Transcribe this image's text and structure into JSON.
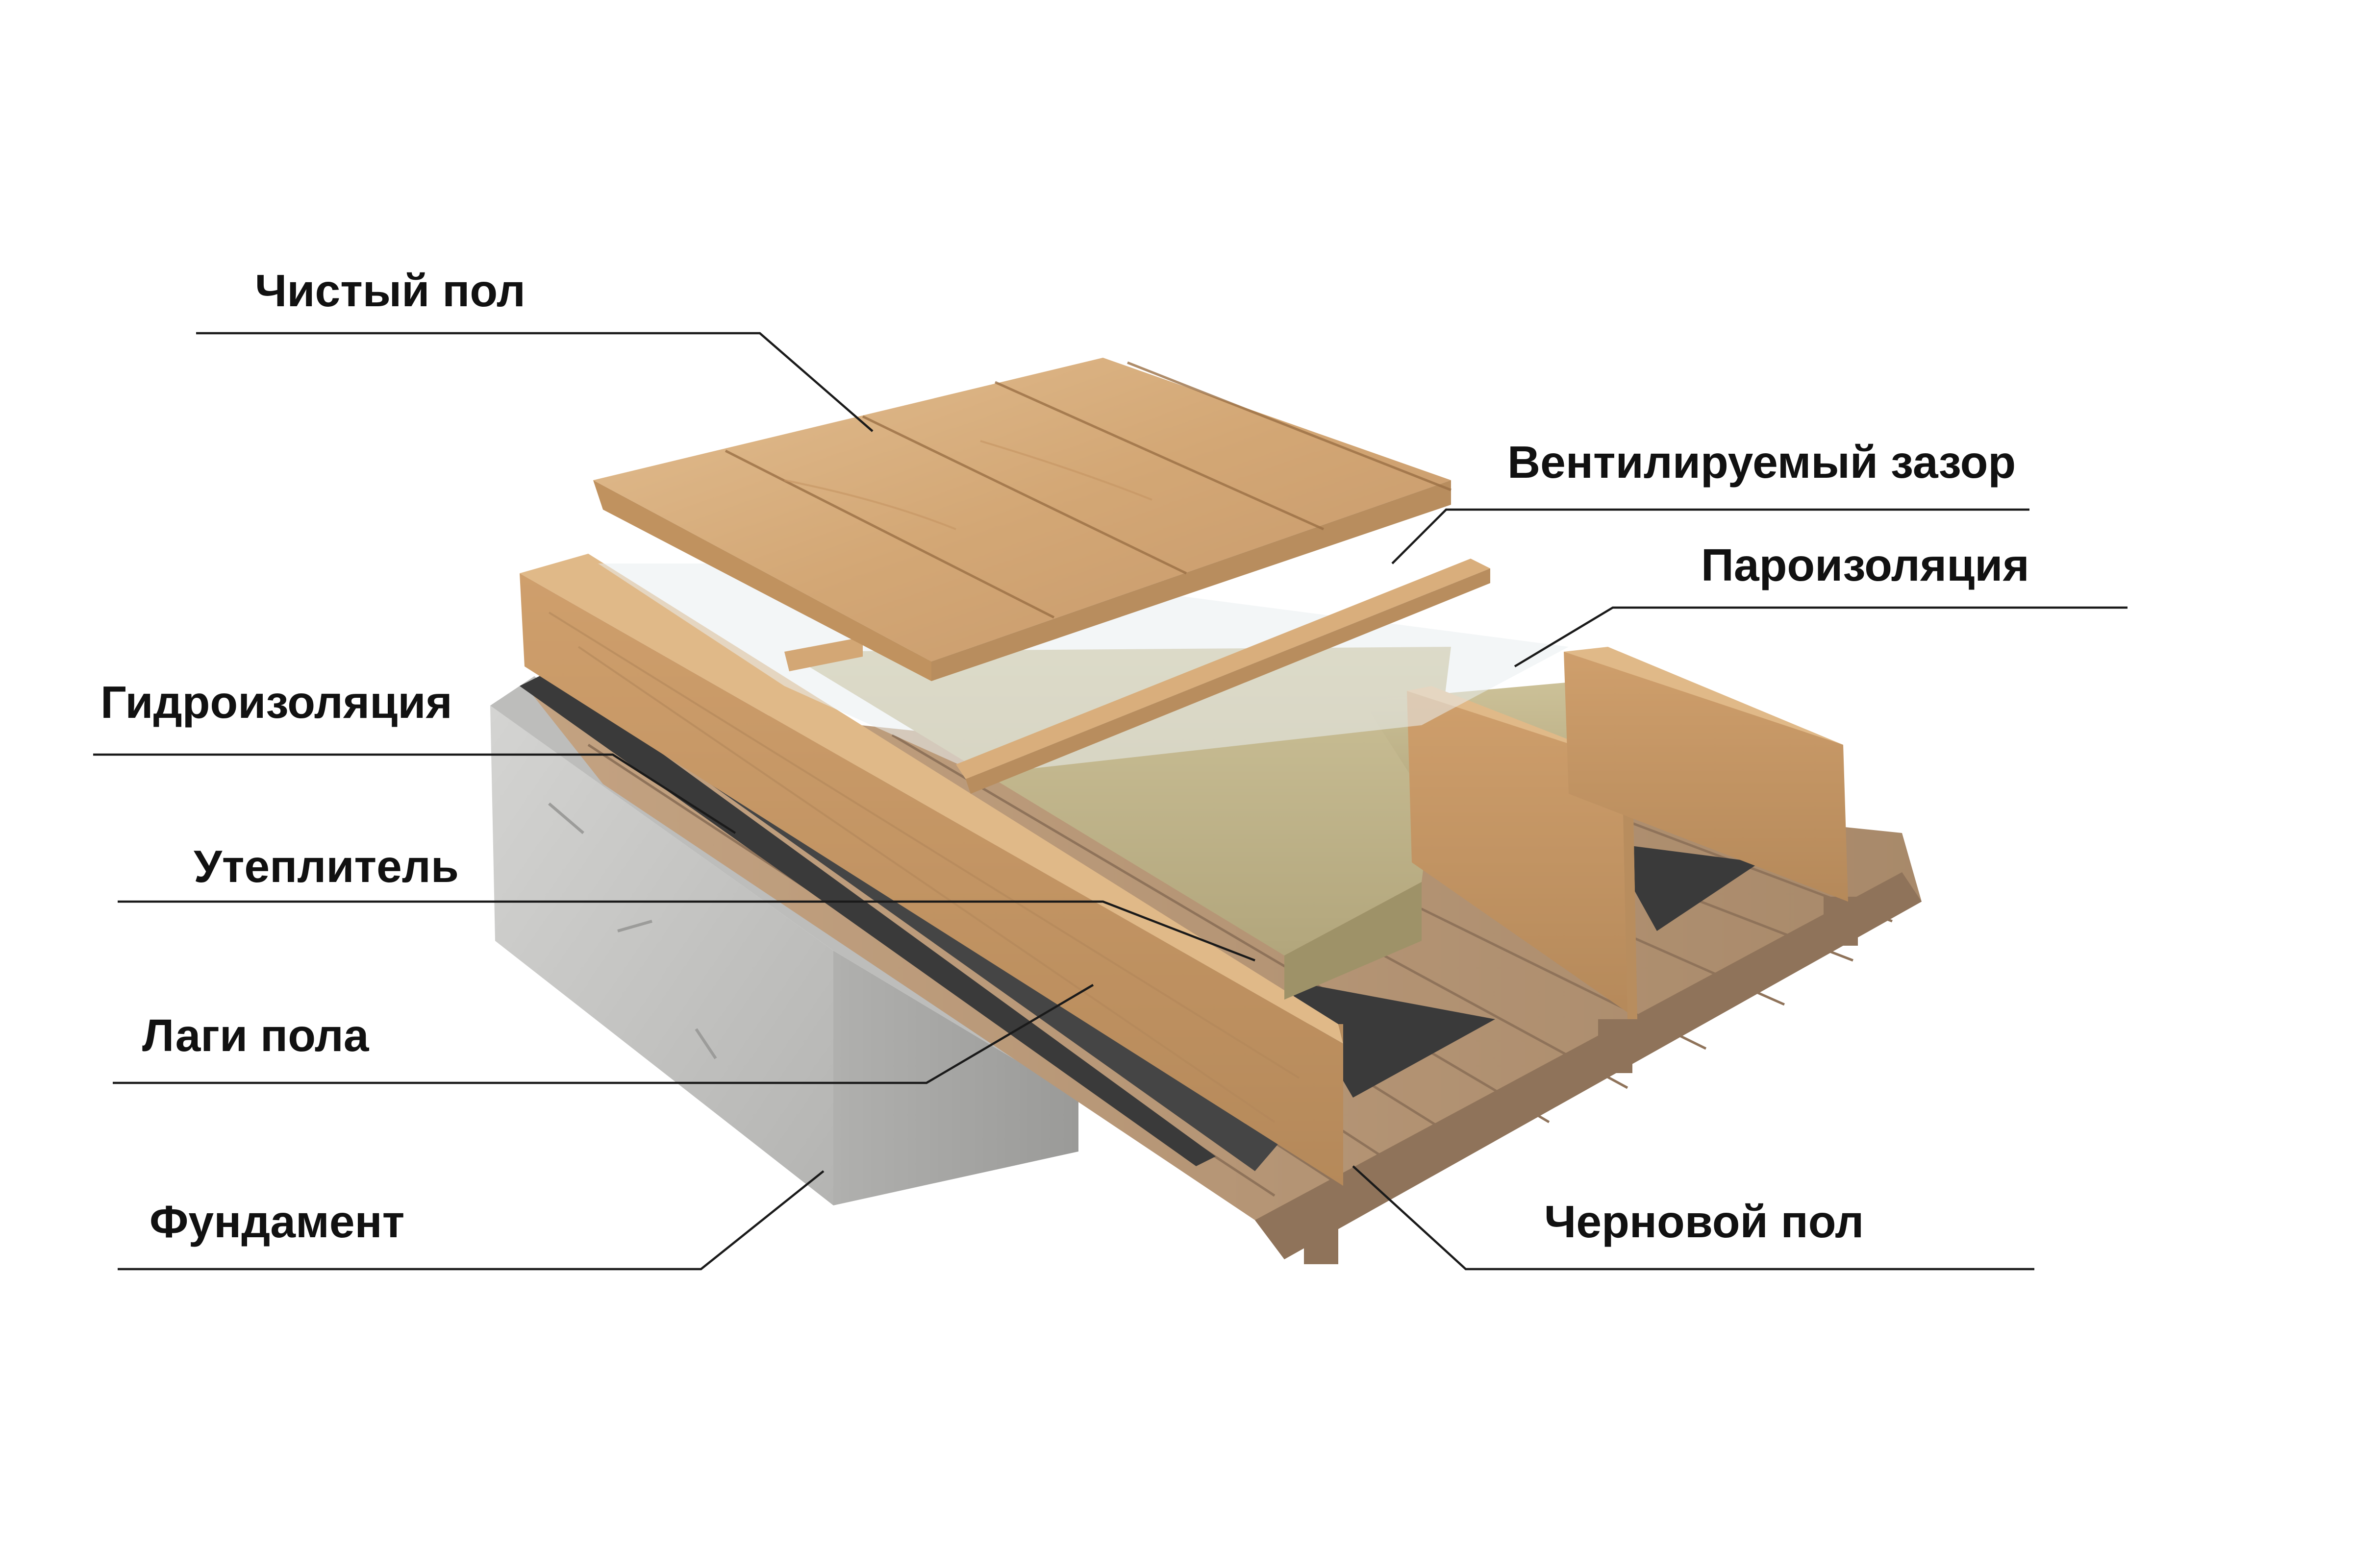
{
  "labels": {
    "finish_floor": "Чистый пол",
    "ventilated_gap": "Вентилируемый зазор",
    "vapor_barrier": "Пароизоляция",
    "waterproofing": "Гидроизоляция",
    "insulation": "Утеплитель",
    "floor_joists": "Лаги пола",
    "foundation": "Фундамент",
    "subfloor": "Черновой пол"
  },
  "colors": {
    "background": "#ffffff",
    "text": "#111111",
    "leader_line": "#1a1a1a",
    "oak_light": "#dcb383",
    "oak_mid": "#c99b68",
    "oak_dark": "#a87a4c",
    "rough_board": "#b89878",
    "rough_board_dark": "#8f735a",
    "insulation": "#c2b68a",
    "insulation_dark": "#9e9268",
    "membrane": "#3a3a3a",
    "concrete": "#c4c4c2",
    "concrete_dark": "#9c9c9a",
    "vapor_film": "#eaeef0"
  }
}
